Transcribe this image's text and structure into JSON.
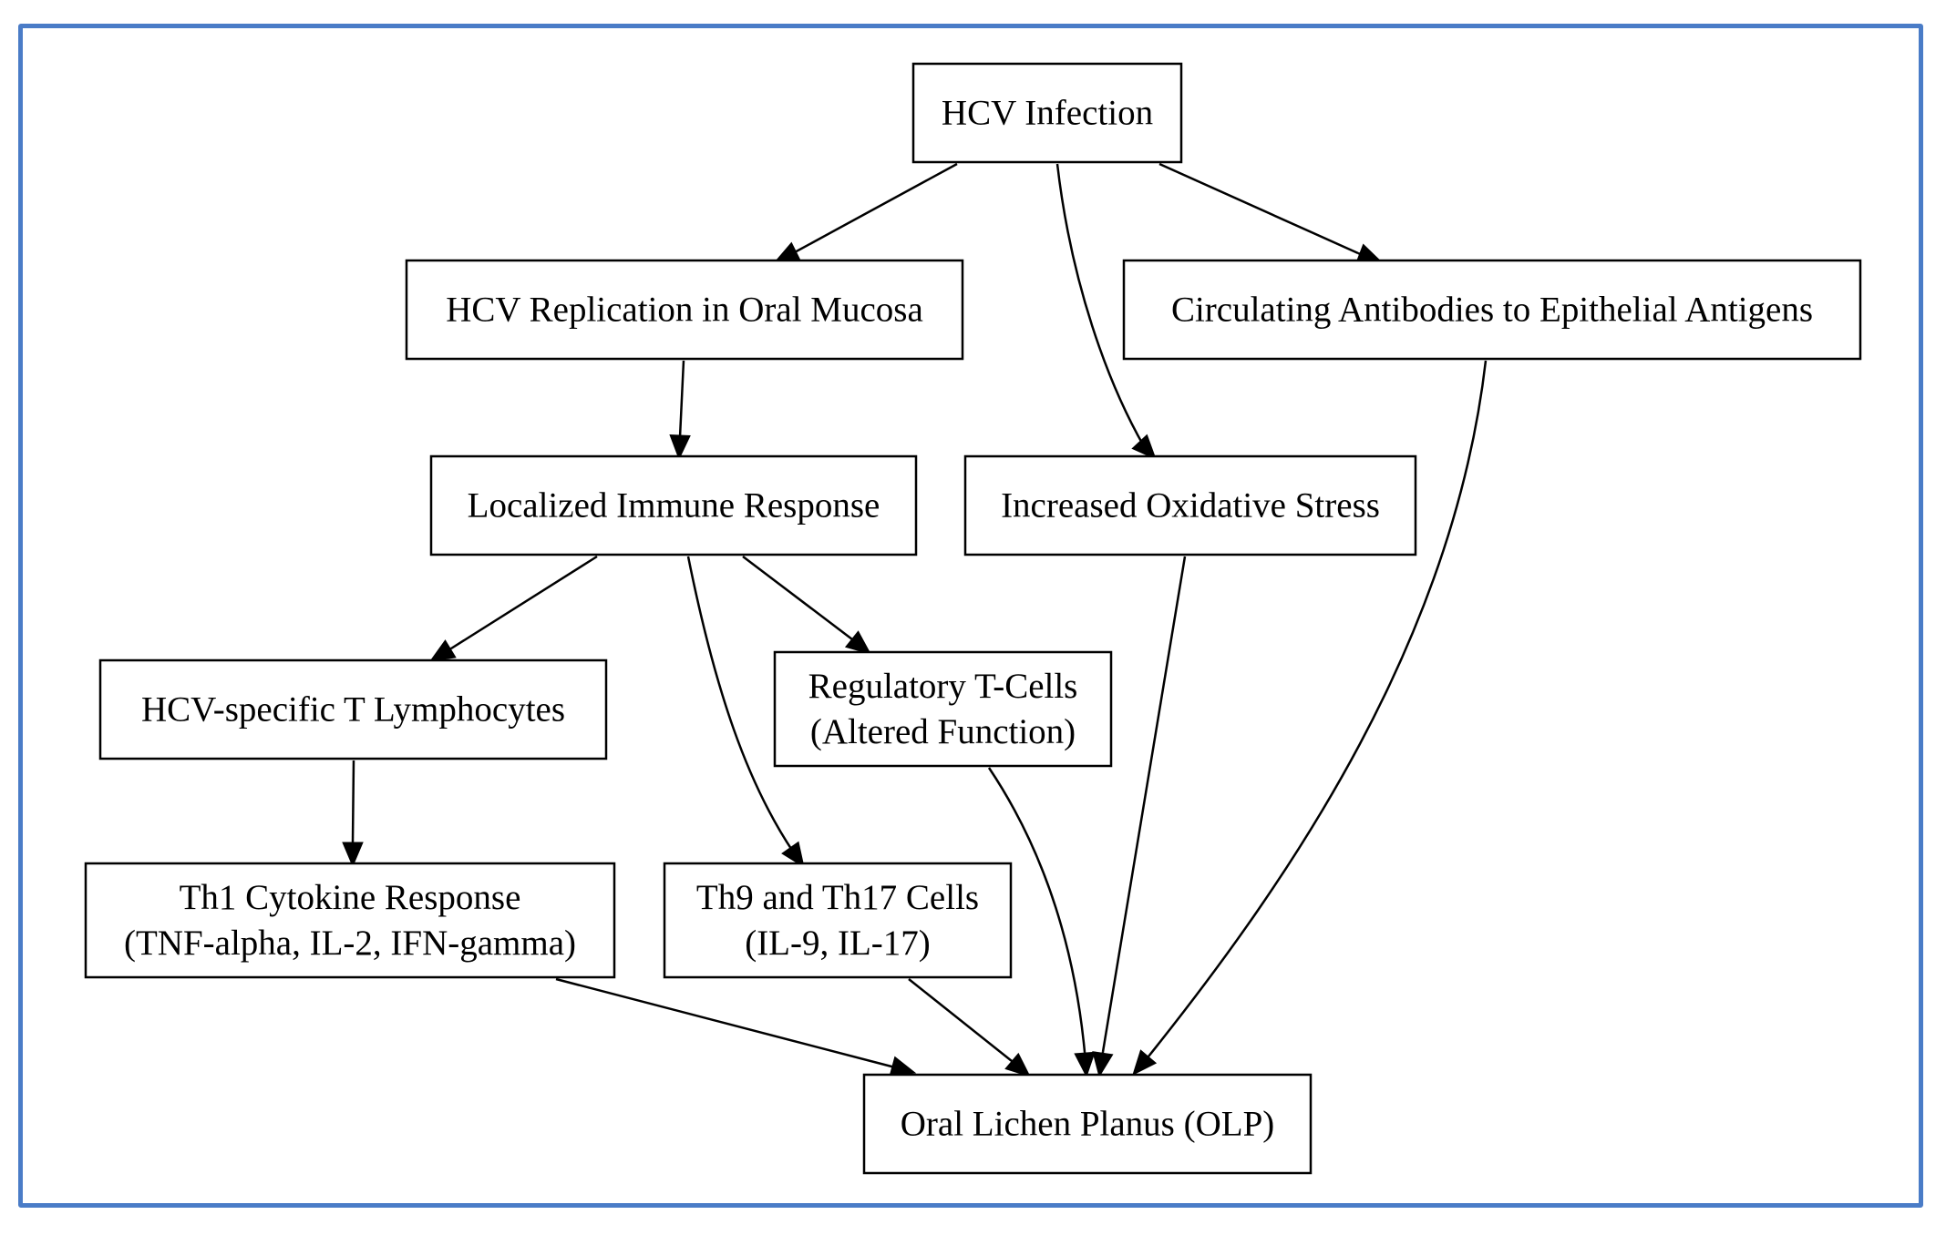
{
  "diagram": {
    "border_color": "#4a7cc7",
    "nodes": {
      "hcv_infection": {
        "lines": [
          "HCV Infection"
        ]
      },
      "replication": {
        "lines": [
          "HCV Replication in Oral Mucosa"
        ]
      },
      "antibodies": {
        "lines": [
          "Circulating Antibodies to Epithelial Antigens"
        ]
      },
      "localized": {
        "lines": [
          "Localized Immune Response"
        ]
      },
      "oxidative": {
        "lines": [
          "Increased Oxidative Stress"
        ]
      },
      "t_lymphocytes": {
        "lines": [
          "HCV-specific T Lymphocytes"
        ]
      },
      "regulatory": {
        "lines": [
          "Regulatory T-Cells",
          "(Altered Function)"
        ]
      },
      "th1": {
        "lines": [
          "Th1 Cytokine Response",
          "(TNF-alpha, IL-2, IFN-gamma)"
        ]
      },
      "th9": {
        "lines": [
          "Th9 and Th17 Cells",
          "(IL-9, IL-17)"
        ]
      },
      "olp": {
        "lines": [
          "Oral Lichen Planus (OLP)"
        ]
      }
    },
    "edges": [
      {
        "from": "hcv_infection",
        "to": "replication"
      },
      {
        "from": "hcv_infection",
        "to": "oxidative"
      },
      {
        "from": "hcv_infection",
        "to": "antibodies"
      },
      {
        "from": "replication",
        "to": "localized"
      },
      {
        "from": "localized",
        "to": "t_lymphocytes"
      },
      {
        "from": "localized",
        "to": "th9"
      },
      {
        "from": "localized",
        "to": "regulatory"
      },
      {
        "from": "t_lymphocytes",
        "to": "th1"
      },
      {
        "from": "th1",
        "to": "olp"
      },
      {
        "from": "th9",
        "to": "olp"
      },
      {
        "from": "regulatory",
        "to": "olp"
      },
      {
        "from": "oxidative",
        "to": "olp"
      },
      {
        "from": "antibodies",
        "to": "olp"
      }
    ]
  }
}
